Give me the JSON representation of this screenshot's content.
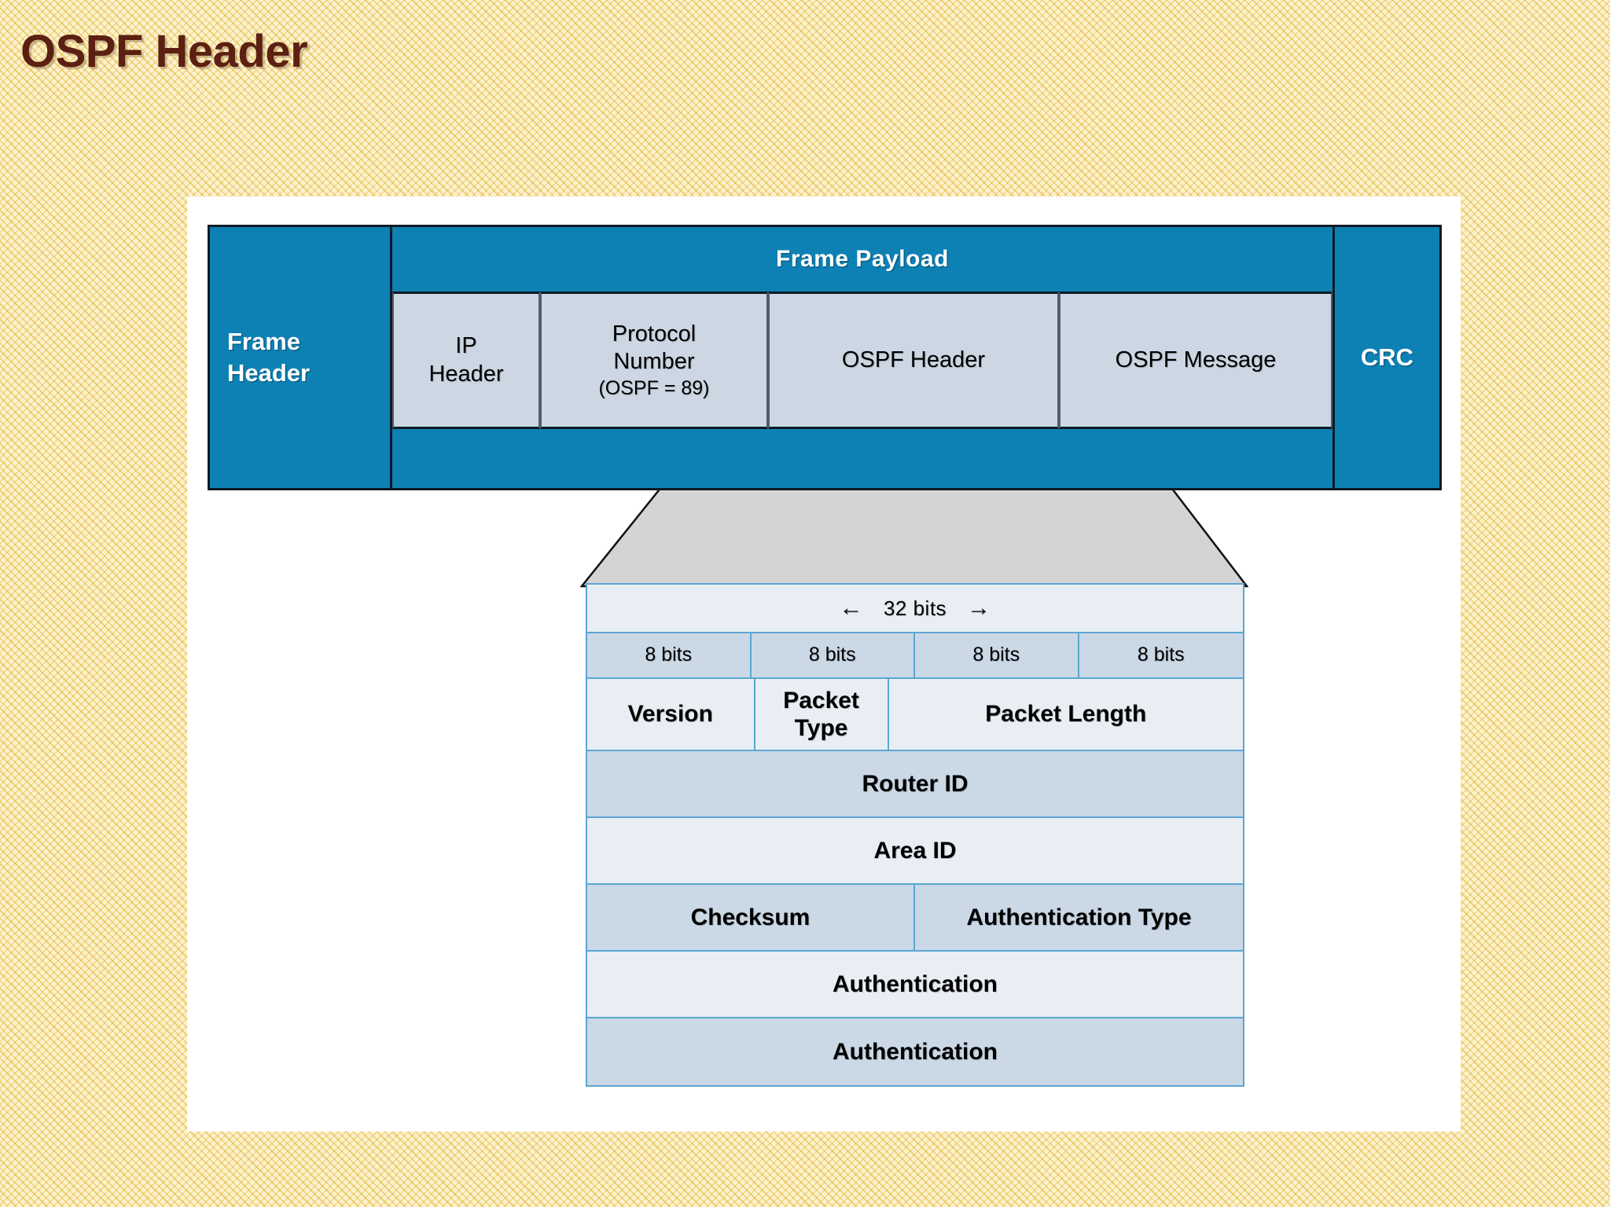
{
  "slide": {
    "title": "OSPF Header",
    "title_color": "#5b2012",
    "background_color": "#fcf2cf",
    "accent_blue": "#0d81b4",
    "cell_fill": "#ccd7e3",
    "table_border": "#5ba6d2",
    "funnel_fill": "#d4d4d4"
  },
  "frame_diagram": {
    "frame_header": "Frame\nHeader",
    "frame_header_line1": "Frame",
    "frame_header_line2": "Header",
    "payload_title": "Frame  Payload",
    "crc": "CRC",
    "cells": [
      {
        "line1": "IP",
        "line2": "Header",
        "line3": ""
      },
      {
        "line1": "Protocol",
        "line2": "Number",
        "line3": "(OSPF = 89)"
      },
      {
        "line1": "OSPF Header",
        "line2": "",
        "line3": ""
      },
      {
        "line1": "OSPF Message",
        "line2": "",
        "line3": ""
      }
    ]
  },
  "ospf_header_table": {
    "width_label": "32 bits",
    "arrow_left": "←",
    "arrow_right": "→",
    "bit_widths": [
      "8 bits",
      "8 bits",
      "8 bits",
      "8 bits"
    ],
    "rows": [
      {
        "name": "version-row",
        "cells": [
          {
            "label": "Version"
          },
          {
            "label_line1": "Packet",
            "label_line2": "Type"
          },
          {
            "label": "Packet Length"
          }
        ]
      },
      {
        "name": "router-id-row",
        "cells": [
          {
            "label": "Router ID"
          }
        ]
      },
      {
        "name": "area-id-row",
        "cells": [
          {
            "label": "Area ID"
          }
        ]
      },
      {
        "name": "checksum-row",
        "cells": [
          {
            "label": "Checksum"
          },
          {
            "label": "Authentication Type"
          }
        ]
      },
      {
        "name": "authentication-row-1",
        "cells": [
          {
            "label": "Authentication"
          }
        ]
      },
      {
        "name": "authentication-row-2",
        "cells": [
          {
            "label": "Authentication"
          }
        ]
      }
    ]
  }
}
